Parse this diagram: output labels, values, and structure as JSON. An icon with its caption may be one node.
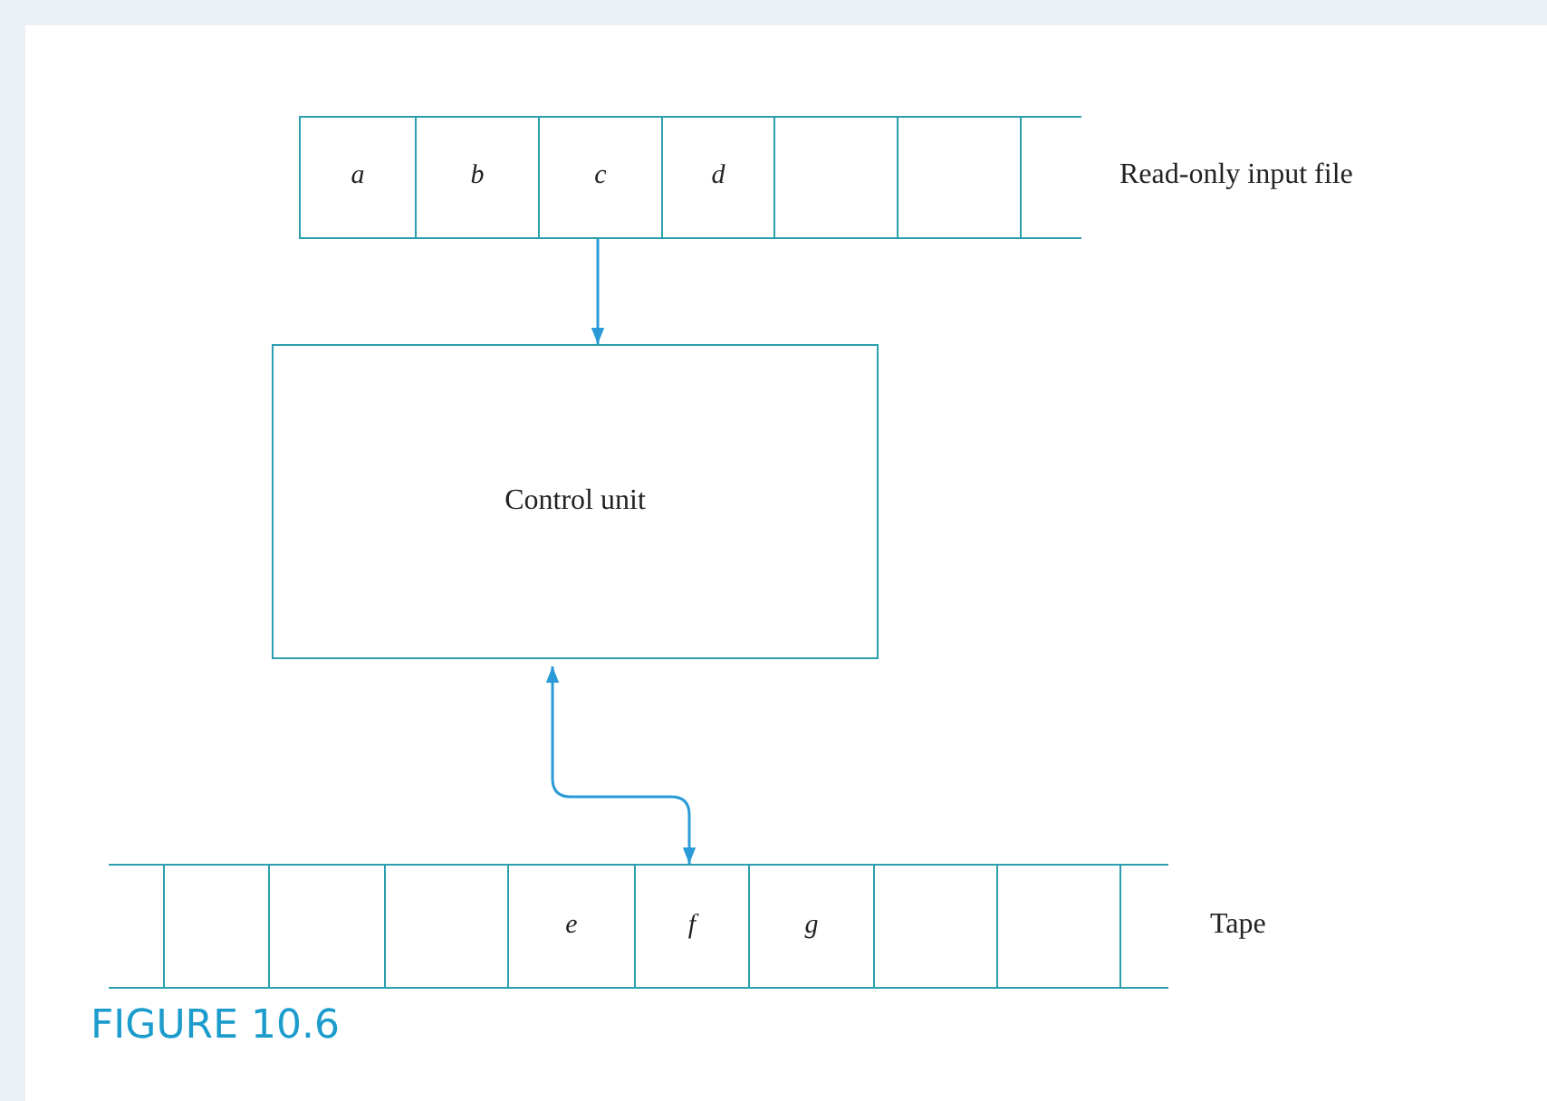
{
  "diagram": {
    "caption": "FIGURE 10.6",
    "nodes": [
      {
        "text": [],
        "shape": "box",
        "beside": [
          "Read-only input file"
        ]
      },
      {
        "text": [
          "a"
        ],
        "in": 0
      },
      {
        "text": [
          "b"
        ],
        "in": 0
      },
      {
        "text": [
          "c"
        ],
        "in": 0
      },
      {
        "text": [
          "d"
        ],
        "in": 0
      },
      {
        "text": [],
        "shape": "box",
        "in": 0
      },
      {
        "text": [],
        "shape": "box",
        "in": 0
      },
      {
        "text": [
          "Control unit"
        ]
      },
      {
        "text": [],
        "shape": "box",
        "beside": [
          "Tape"
        ]
      },
      {
        "text": [],
        "shape": "box",
        "in": 8
      },
      {
        "text": [],
        "shape": "box",
        "in": 8
      },
      {
        "text": [],
        "shape": "box",
        "in": 8
      },
      {
        "text": [
          "e"
        ],
        "in": 8
      },
      {
        "text": [
          "f"
        ],
        "in": 8
      },
      {
        "text": [
          "g"
        ],
        "in": 8
      },
      {
        "text": [],
        "shape": "box",
        "in": 8
      },
      {
        "text": [],
        "shape": "box",
        "in": 8
      }
    ],
    "edges": [
      {
        "from": 3,
        "to": 7,
        "arrow": "to"
      },
      {
        "from": 7,
        "to": 13,
        "arrow": "both"
      }
    ]
  }
}
